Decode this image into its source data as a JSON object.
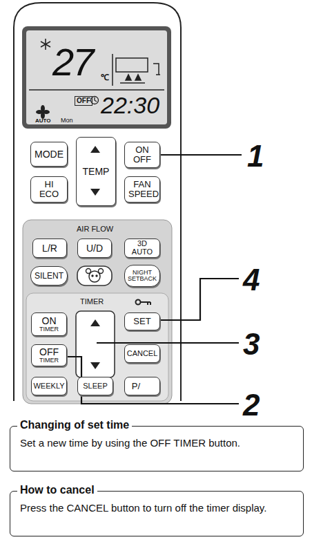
{
  "diagram": {
    "nodes": [
      {
        "text": [
          "MODE"
        ]
      },
      {
        "text": [
          "TEMP"
        ]
      },
      {
        "text": [
          "ON OFF"
        ]
      },
      {
        "text": [
          "HI ECO"
        ]
      },
      {
        "text": [
          "FAN SPEED"
        ]
      },
      {
        "text": [
          "L/R"
        ]
      },
      {
        "text": [
          "U/D"
        ]
      },
      {
        "text": [
          "3D AUTO"
        ]
      },
      {
        "text": [
          "SILENT"
        ]
      },
      {
        "text": [
          "NIGHT SETBACK"
        ]
      },
      {
        "text": [
          "ON",
          "TIMER"
        ]
      },
      {
        "text": [
          "SET"
        ]
      },
      {
        "text": [
          "OFF",
          "TIMER"
        ]
      },
      {
        "text": [
          "CANCEL"
        ]
      },
      {
        "text": [
          "WEEKLY"
        ]
      },
      {
        "text": [
          "SLEEP"
        ]
      },
      {
        "text": [
          "P/"
        ]
      },
      {
        "text": [
          "Changing of set time",
          "Set a new time by using the OFF TIMER button."
        ]
      },
      {
        "text": [
          "How to cancel",
          "Press the CANCEL button to turn off the timer display."
        ]
      }
    ],
    "labels": [
      "27",
      "℃",
      "OFF",
      "22:30",
      "AUTO",
      "Mon",
      "AIR FLOW",
      "TIMER",
      "1",
      "4",
      "3",
      "2"
    ]
  }
}
